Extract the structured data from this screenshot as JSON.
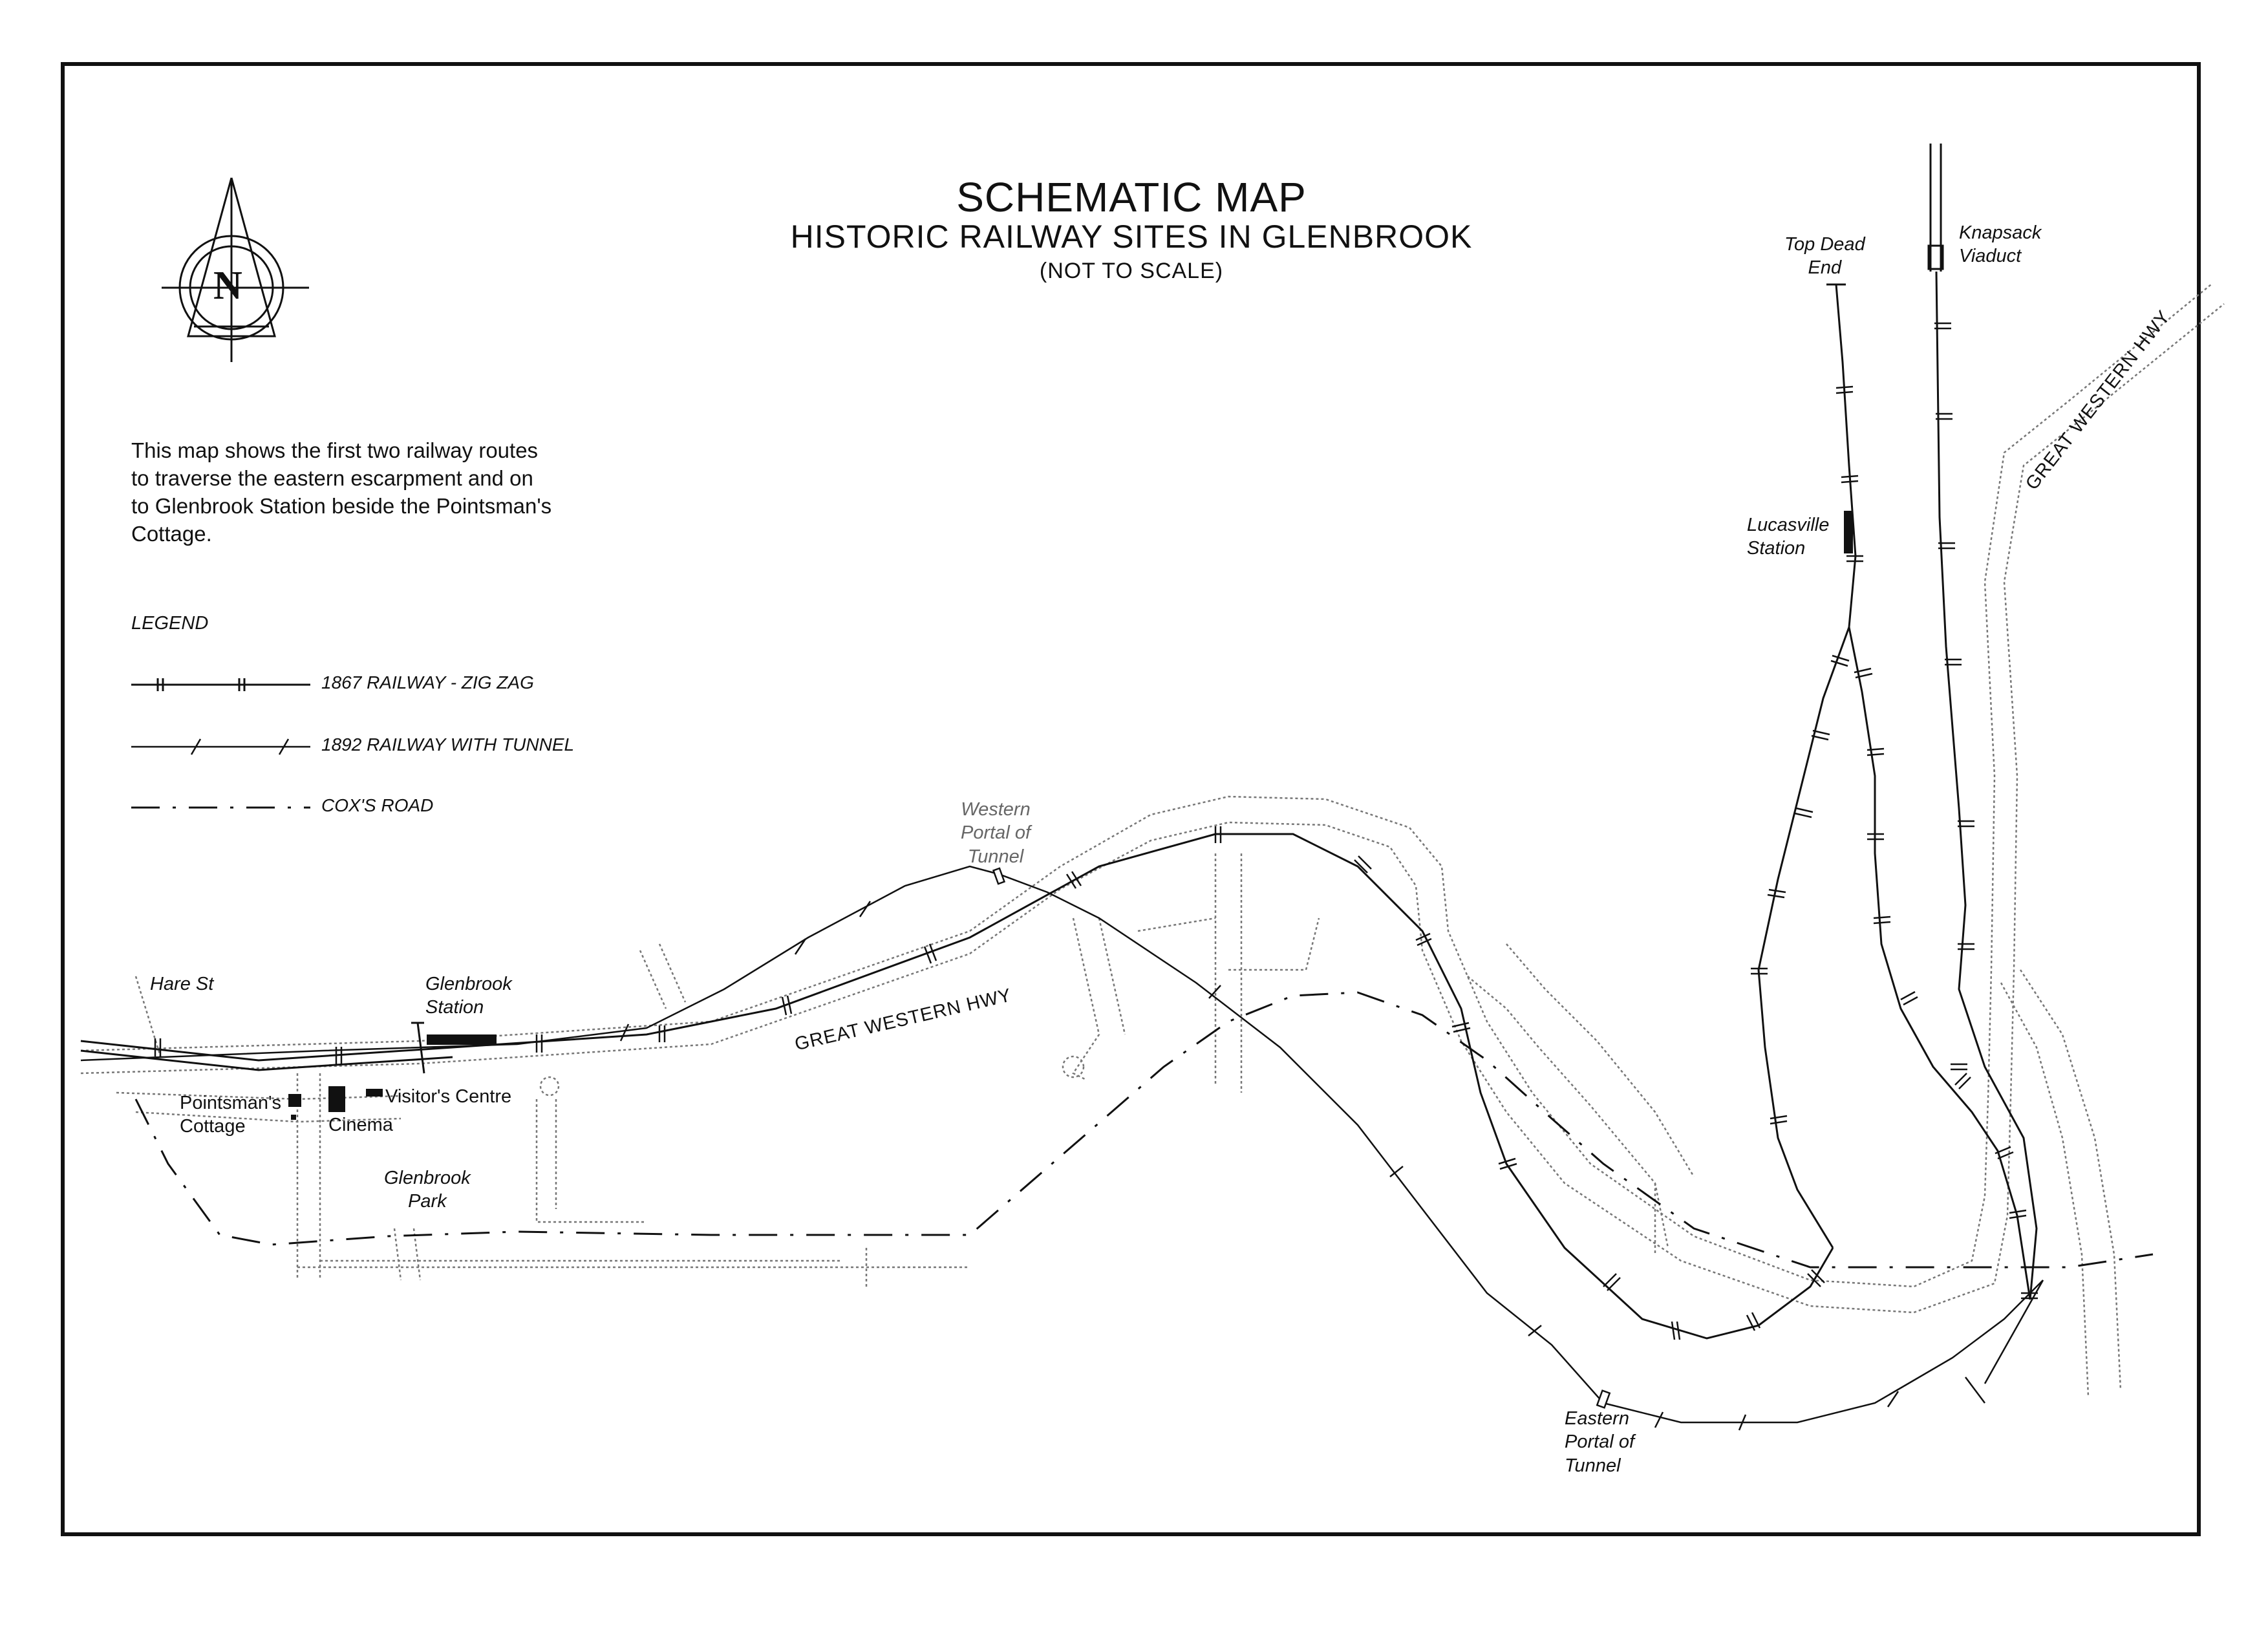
{
  "title": {
    "main": "SCHEMATIC MAP",
    "subtitle": "HISTORIC RAILWAY SITES IN GLENBROOK",
    "note": "(NOT TO SCALE)"
  },
  "compass": {
    "letter": "N",
    "icon": "north-arrow-compass-icon"
  },
  "intro_lines": [
    "This map shows the first two railway routes",
    "to traverse the eastern escarpment and on",
    "to Glenbrook Station beside the Pointsman's",
    "Cottage."
  ],
  "legend": {
    "heading": "LEGEND",
    "items": [
      {
        "label": "1867 RAILWAY - ZIG ZAG",
        "symbol": "line-with-double-ticks"
      },
      {
        "label": "1892 RAILWAY WITH TUNNEL",
        "symbol": "line-with-slash-ticks"
      },
      {
        "label": "COX'S ROAD",
        "symbol": "dash-dot-line"
      }
    ]
  },
  "places": {
    "top_dead_end": [
      "Top Dead",
      "End"
    ],
    "knapsack_viaduct": [
      "Knapsack",
      "Viaduct"
    ],
    "lucasville_station": [
      "Lucasville",
      "Station"
    ],
    "western_portal": [
      "Western",
      "Portal of",
      "Tunnel"
    ],
    "eastern_portal": [
      "Eastern",
      "Portal of",
      "Tunnel"
    ],
    "hare_st": "Hare St",
    "glenbrook_station": [
      "Glenbrook",
      "Station"
    ],
    "pointsmans_cottage": [
      "Pointsman's",
      "Cottage"
    ],
    "cinema": "Cinema",
    "visitors_centre": "Visitor's Centre",
    "glenbrook_park": [
      "Glenbrook",
      "Park"
    ]
  },
  "roads": {
    "highway_lower": "GREAT WESTERN HWY",
    "highway_upper": "GREAT WESTERN HWY"
  },
  "colors": {
    "ink": "#111111",
    "faint_text": "#666666",
    "road_outline": "#777777",
    "background": "#ffffff"
  }
}
